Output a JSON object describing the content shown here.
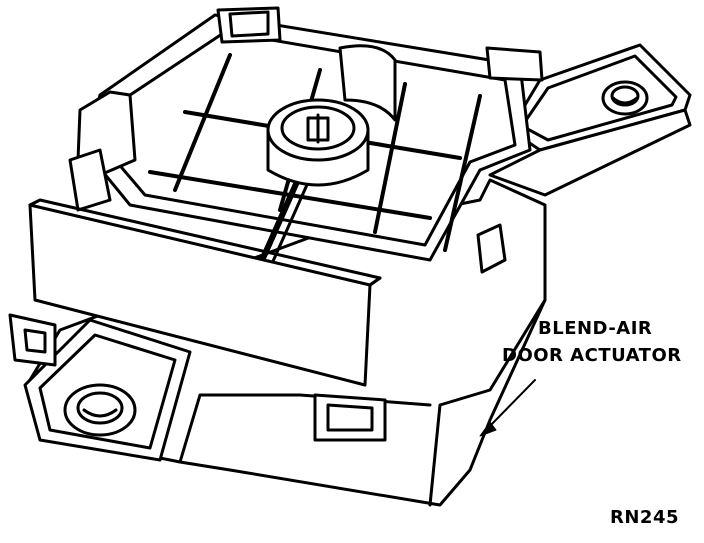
{
  "callout": {
    "line1": "BLEND-AIR",
    "line2": "DOOR ACTUATOR"
  },
  "figure_id": "RN245"
}
